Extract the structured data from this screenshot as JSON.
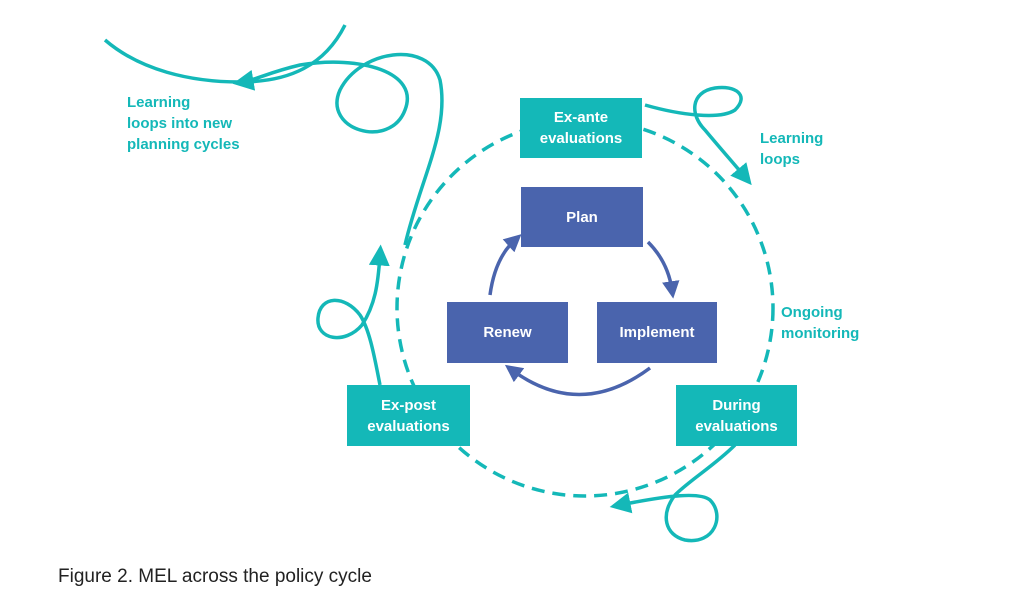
{
  "colors": {
    "teal": "#14b8b8",
    "blue": "#4a64ad"
  },
  "boxes": {
    "ex_ante": [
      "Ex-ante",
      "evaluations"
    ],
    "during": [
      "During",
      "evaluations"
    ],
    "ex_post": [
      "Ex-post",
      "evaluations"
    ],
    "plan": "Plan",
    "implement": "Implement",
    "renew": "Renew"
  },
  "labels": {
    "learning_new_cycles": [
      "Learning",
      "loops into new",
      "planning cycles"
    ],
    "learning_loops": [
      "Learning",
      "loops"
    ],
    "ongoing_monitoring": [
      "Ongoing",
      "monitoring"
    ]
  },
  "caption": "Figure 2. MEL across the policy cycle"
}
